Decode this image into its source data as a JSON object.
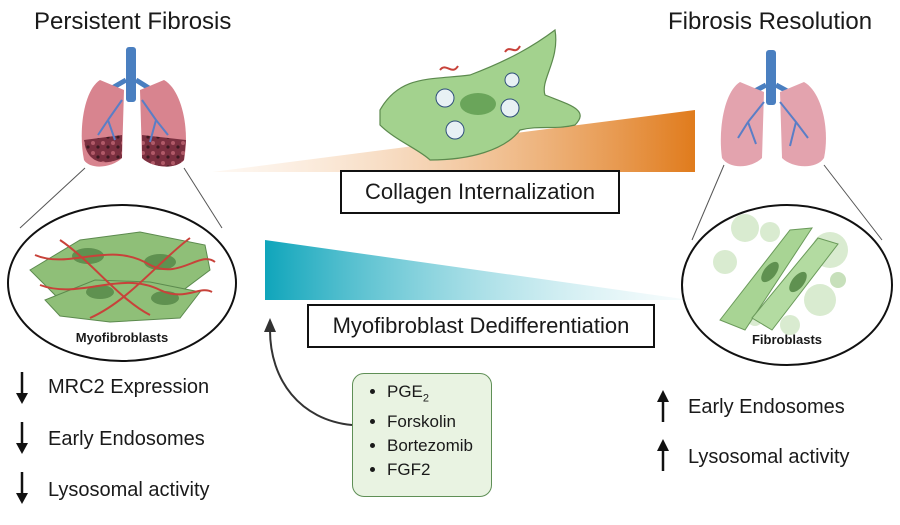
{
  "left_title": "Persistent Fibrosis",
  "right_title": "Fibrosis Resolution",
  "collagen_label": "Collagen Internalization",
  "dediff_label": "Myofibroblast Dedifferentiation",
  "left_circle_label": "Myofibroblasts",
  "right_circle_label": "Fibroblasts",
  "left_status": [
    {
      "arrow": "down",
      "text": "MRC2 Expression"
    },
    {
      "arrow": "down",
      "text": "Early Endosomes"
    },
    {
      "arrow": "down",
      "text": "Lysosomal activity"
    }
  ],
  "right_status": [
    {
      "arrow": "up",
      "text": "Early Endosomes"
    },
    {
      "arrow": "up",
      "text": "Lysosomal activity"
    }
  ],
  "drugs": {
    "pge_base": "PGE",
    "pge_sub": "2",
    "forskolin": "Forskolin",
    "bortezomib": "Bortezomib",
    "fgf2": "FGF2"
  },
  "colors": {
    "orange": "#e07b1c",
    "teal": "#12a9bf",
    "lung_pink": "#e3a3ae",
    "cell_green": "#9fce8e",
    "box_green": "#e9f3e2"
  }
}
